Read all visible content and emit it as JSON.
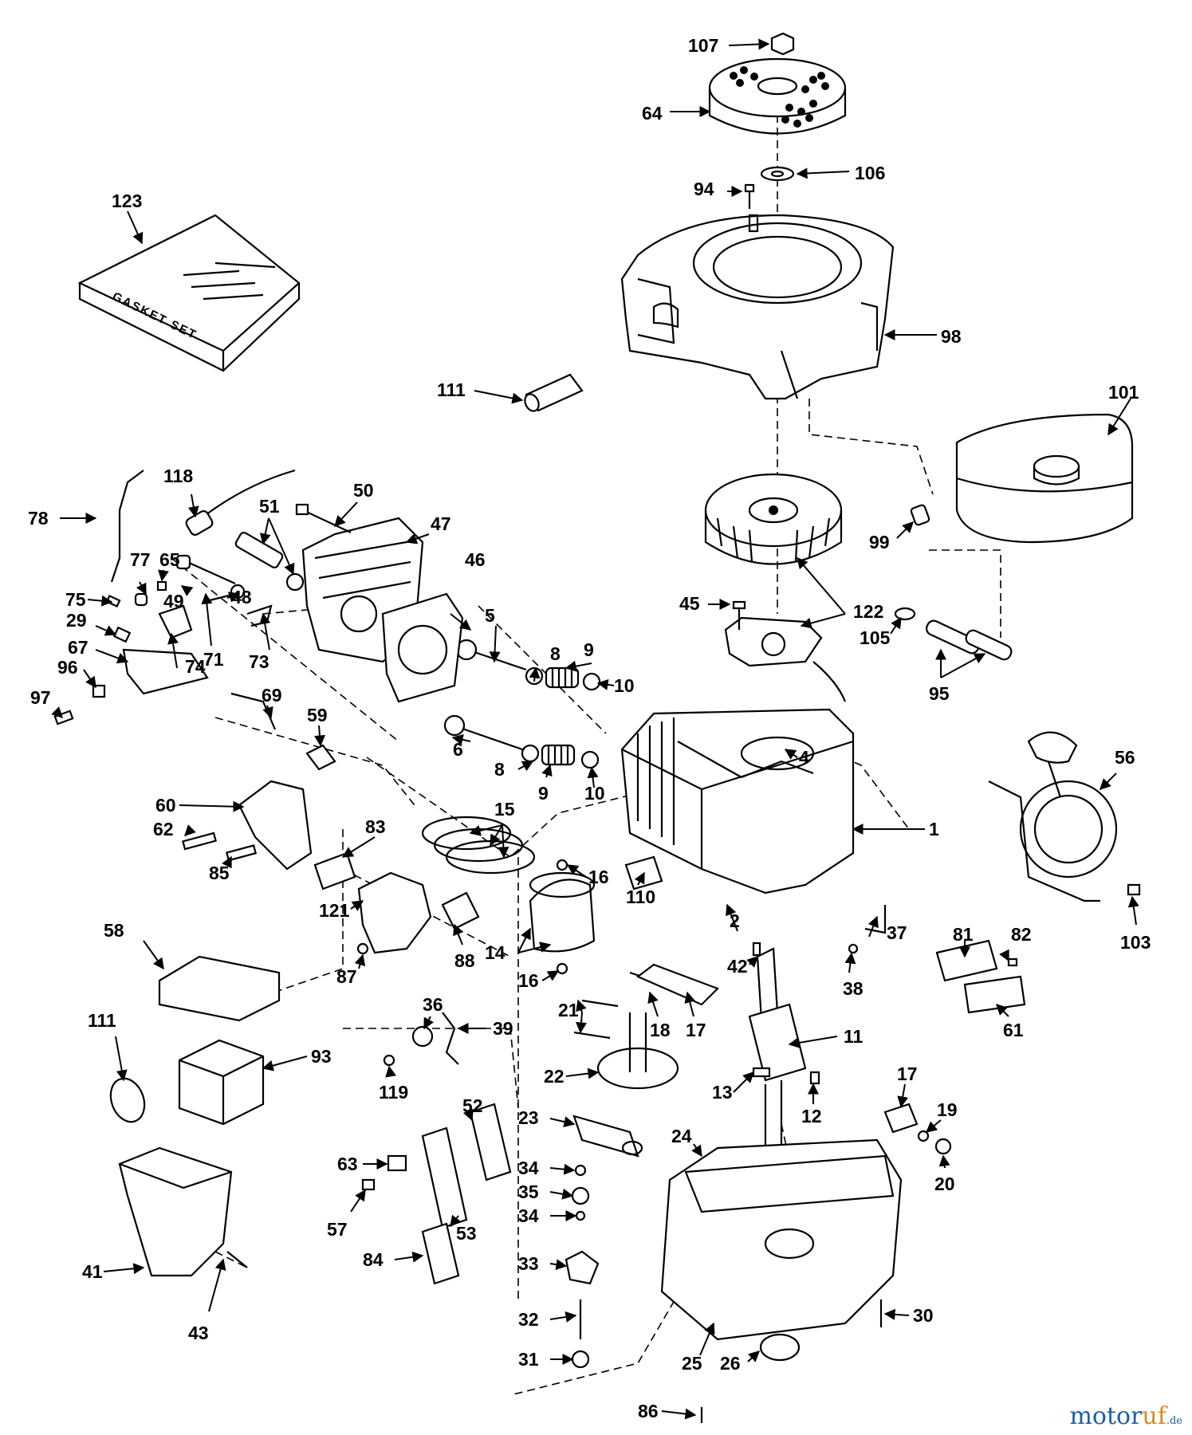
{
  "gasket_set_text": "GASKET SET",
  "watermark": {
    "brand": "motor",
    "brand_accent": "uf",
    "tld": ".de",
    "colors": {
      "blue": "#1d5fa8",
      "orange": "#d98a1c"
    }
  },
  "callouts": [
    "107",
    "64",
    "94",
    "106",
    "123",
    "98",
    "111",
    "101",
    "118",
    "50",
    "78",
    "51",
    "47",
    "99",
    "77",
    "65",
    "75",
    "49",
    "48",
    "46",
    "122",
    "45",
    "29",
    "71",
    "74",
    "67",
    "73",
    "5",
    "105",
    "96",
    "8",
    "9",
    "95",
    "97",
    "69",
    "10",
    "59",
    "6",
    "4",
    "8",
    "9",
    "10",
    "56",
    "60",
    "15",
    "62",
    "83",
    "16",
    "85",
    "1",
    "110",
    "121",
    "14",
    "2",
    "58",
    "87",
    "88",
    "16",
    "42",
    "37",
    "81",
    "82",
    "103",
    "38",
    "61",
    "36",
    "39",
    "21",
    "18",
    "17",
    "11",
    "111",
    "93",
    "119",
    "22",
    "13",
    "12",
    "17",
    "19",
    "52",
    "23",
    "24",
    "63",
    "34",
    "20",
    "35",
    "57",
    "53",
    "34",
    "84",
    "33",
    "41",
    "43",
    "32",
    "30",
    "31",
    "25",
    "26",
    "86"
  ]
}
